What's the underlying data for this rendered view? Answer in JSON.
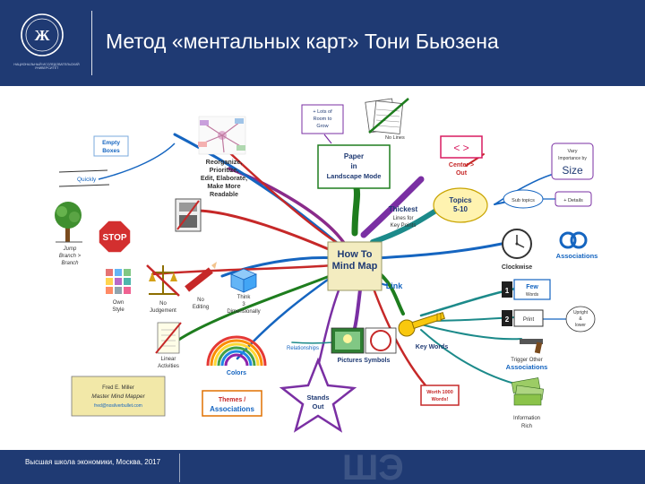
{
  "header": {
    "title": "Метод «ментальных карт» Тони Бьюзена",
    "logo_caption": "НАЦИОНАЛЬНЫЙ ИССЛЕДОВАТЕЛЬСКИЙ УНИВЕРСИТЕТ"
  },
  "footer": {
    "text": "Высшая школа экономики, Москва, 2017",
    "watermark": "ШЭ"
  },
  "colors": {
    "brand_blue": "#1f3a73",
    "center_box": "#f3ecc0",
    "branch_purple": "#7a2fa3",
    "branch_red": "#c62828",
    "branch_green": "#1e7d1e",
    "branch_teal": "#1c8a8a",
    "branch_blue": "#1565c0"
  },
  "mindmap": {
    "center": {
      "line1": "How To",
      "line2": "Mind Map"
    },
    "paper": {
      "line1": "Paper",
      "line2": "in",
      "line3": "Landscape Mode"
    },
    "paper_note": {
      "line1": "+ Lots of",
      "line2": "Room to",
      "line3": "Grow"
    },
    "no_lines": "No Lines",
    "reorganize": {
      "line1": "Reorganize,",
      "line2": "Prioritize,",
      "line3": "Edit, Elaborate,",
      "line4": "Make More",
      "line5": "Readable"
    },
    "empty_boxes": {
      "line1": "Empty",
      "line2": "Boxes"
    },
    "quickly": "Quickly",
    "jump": {
      "line1": "Jump",
      "line2": "Branch >",
      "line3": "Branch"
    },
    "stop": "STOP",
    "own_style": {
      "line1": "Own",
      "line2": "Style"
    },
    "no_judgement": {
      "line1": "No",
      "line2": "Judgement"
    },
    "no_editing": {
      "line1": "No",
      "line2": "Editing"
    },
    "think3d": {
      "line1": "Think",
      "line2": "3",
      "line3": "Dimensionally"
    },
    "linear": {
      "line1": "Linear",
      "line2": "Activities"
    },
    "miller": {
      "line1": "Fred E. Miller",
      "line2": "Master Mind Mapper",
      "line3": "fred@nosilverbullet.com"
    },
    "colors_label": "Colors",
    "themes": {
      "line1": "Themes /",
      "line2": "Associations"
    },
    "relationships": "Relationships",
    "stands_out": {
      "line1": "Stands",
      "line2": "Out"
    },
    "pictures": "Pictures Symbols",
    "worth": {
      "line1": "Worth 1000",
      "line2": "Words!"
    },
    "key_words": "Key Words",
    "link": "Link",
    "thickest": {
      "line1": "Thickest",
      "line2": "Lines for",
      "line3": "Key Points"
    },
    "topics": {
      "line1": "Topics",
      "line2": "5-10"
    },
    "sub_topics": "Sub topics",
    "details": "+ Details",
    "center_out": {
      "line1": "Center >",
      "line2": "Out"
    },
    "center_icon": "< >",
    "vary": {
      "line1": "Vary",
      "line2": "Importance by",
      "line3": "Size"
    },
    "associations": "Associations",
    "clockwise": "Clockwise",
    "few_words": {
      "line1": "Few",
      "line2": "Words"
    },
    "print": "Print",
    "upright": {
      "line1": "Upright",
      "line2": "&",
      "line3": "lower"
    },
    "trigger": {
      "line1": "Trigger Other",
      "line2": "Associations"
    },
    "info_rich": {
      "line1": "Information",
      "line2": "Rich"
    },
    "num1": "1",
    "num2": "2"
  }
}
